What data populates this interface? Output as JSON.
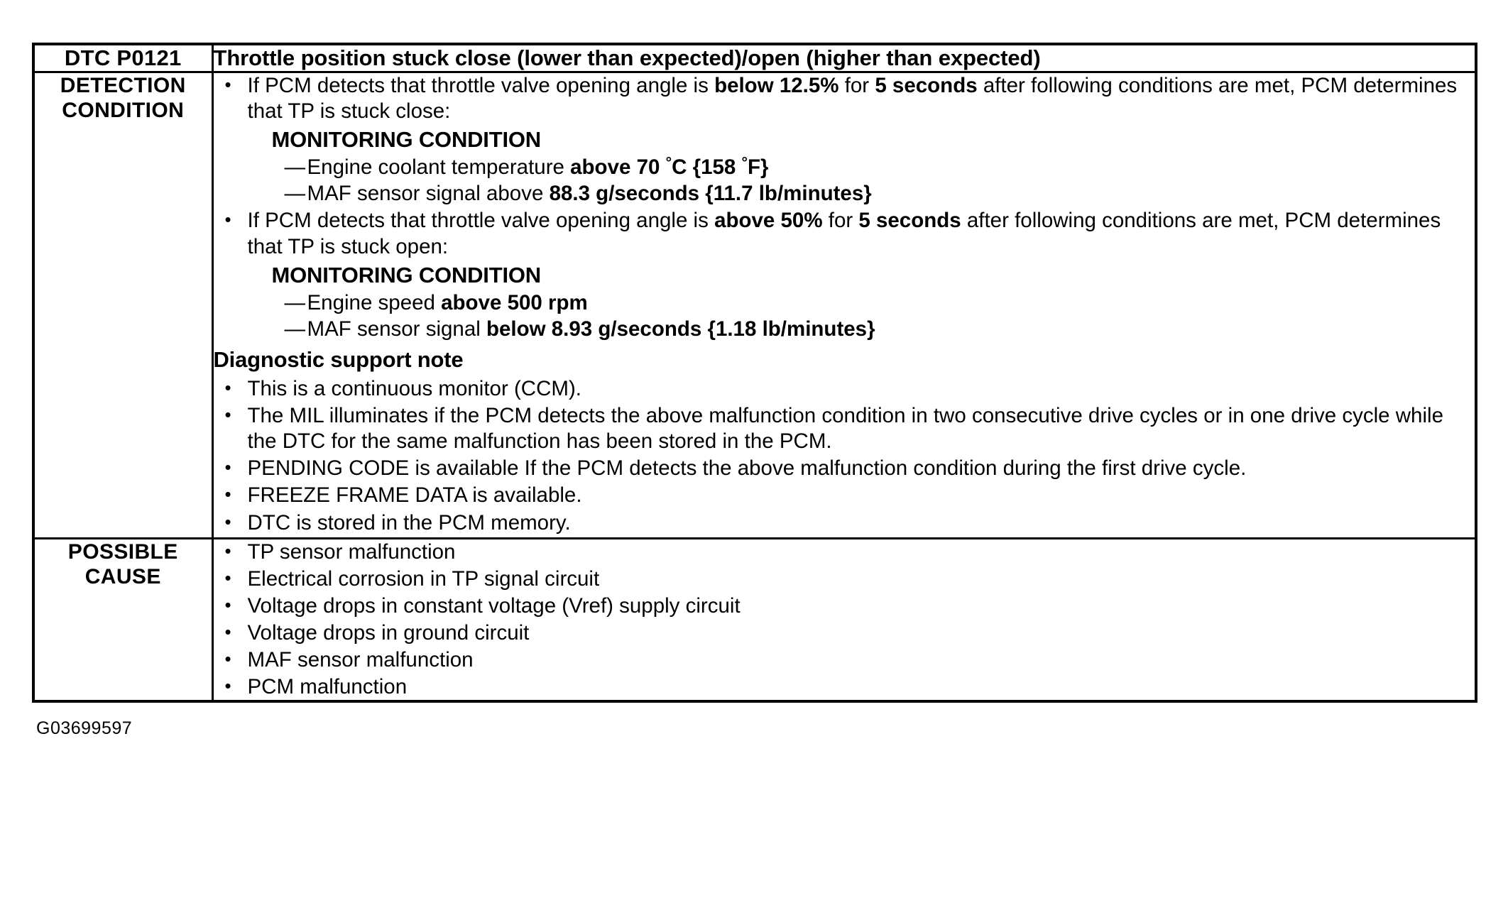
{
  "document": {
    "caption": "G03699597"
  },
  "table": {
    "header": {
      "code_label": "DTC P0121",
      "description": "Throttle position stuck close (lower than expected)/open (higher than expected)"
    },
    "rows": [
      {
        "label": "DETECTION CONDITION",
        "label_line1": "DETECTION",
        "label_line2": "CONDITION",
        "bullets": [
          {
            "text_parts": [
              {
                "t": "If PCM detects that throttle valve opening angle is ",
                "bold": false
              },
              {
                "t": "below 12.5%",
                "bold": true
              },
              {
                "t": " for ",
                "bold": false
              },
              {
                "t": "5 seconds",
                "bold": true
              },
              {
                "t": " after following conditions are met, PCM determines that TP is stuck close:",
                "bold": false
              }
            ],
            "monitoring_heading": "MONITORING CONDITION",
            "conditions": [
              [
                {
                  "t": "Engine coolant temperature ",
                  "bold": false
                },
                {
                  "t": "above 70 °C {158 °F}",
                  "bold": true
                }
              ],
              [
                {
                  "t": "MAF sensor signal above ",
                  "bold": false
                },
                {
                  "t": "88.3 g/seconds {11.7 lb/minutes}",
                  "bold": true
                }
              ]
            ]
          },
          {
            "text_parts": [
              {
                "t": "If PCM detects that throttle valve opening angle is ",
                "bold": false
              },
              {
                "t": "above 50%",
                "bold": true
              },
              {
                "t": " for ",
                "bold": false
              },
              {
                "t": "5 seconds",
                "bold": true
              },
              {
                "t": " after following conditions are met, PCM determines that TP is stuck open:",
                "bold": false
              }
            ],
            "monitoring_heading": "MONITORING CONDITION",
            "conditions": [
              [
                {
                  "t": "Engine speed ",
                  "bold": false
                },
                {
                  "t": "above 500 rpm",
                  "bold": true
                }
              ],
              [
                {
                  "t": "MAF sensor signal ",
                  "bold": false
                },
                {
                  "t": "below 8.93 g/seconds {1.18 lb/minutes}",
                  "bold": true
                }
              ]
            ]
          }
        ],
        "note_heading": "Diagnostic support note",
        "notes": [
          "This is a continuous monitor (CCM).",
          "The MIL illuminates if the PCM detects the above malfunction condition in two consecutive drive cycles or in one drive cycle while the DTC for the same malfunction has been stored in the PCM.",
          "PENDING CODE is available If the PCM detects the above malfunction condition during the first drive cycle.",
          "FREEZE FRAME DATA is available.",
          "DTC is stored in the PCM memory."
        ]
      },
      {
        "label": "POSSIBLE CAUSE",
        "label_line1": "POSSIBLE",
        "label_line2": "CAUSE",
        "causes": [
          "TP sensor malfunction",
          "Electrical corrosion in TP signal circuit",
          "Voltage drops in constant voltage (Vref) supply circuit",
          "Voltage drops in ground circuit",
          "MAF sensor malfunction",
          "PCM malfunction"
        ]
      }
    ]
  },
  "colors": {
    "text": "#000000",
    "background": "#ffffff",
    "border": "#000000"
  }
}
